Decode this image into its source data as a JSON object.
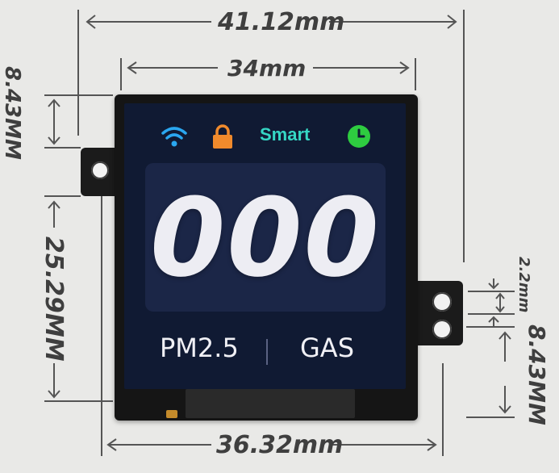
{
  "dimensions": {
    "overall_width": "41.12mm",
    "screen_width": "34mm",
    "top_offset": "8.43MM",
    "tab_height": "25.29MM",
    "bottom_width": "36.32mm",
    "hole_spacing": "2.2mm",
    "right_tab_offset": "8.43MM"
  },
  "screen": {
    "status_text": "Smart",
    "main_value": "000",
    "left_label": "PM2.5",
    "right_label": "GAS"
  },
  "icons": [
    "wifi-icon",
    "lock-icon",
    "clock-icon"
  ],
  "colors": {
    "screen_bg": "#101a33",
    "panel_bg": "#1b2647",
    "wifi": "#2aa7f0",
    "lock": "#f08a2c",
    "smart_text": "#35d7c4",
    "clock": "#2ecc40"
  }
}
